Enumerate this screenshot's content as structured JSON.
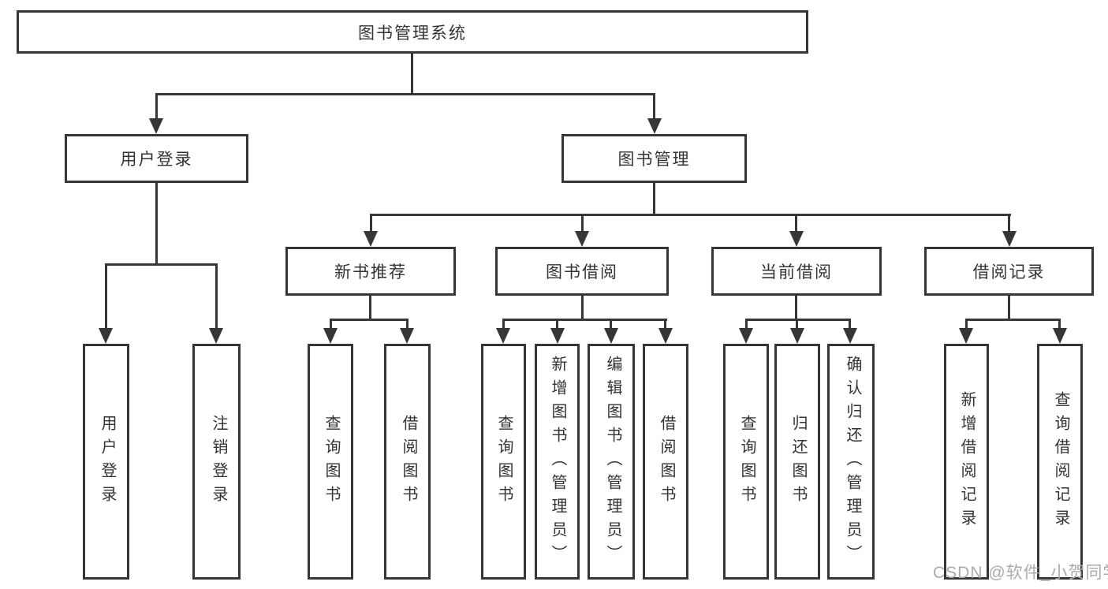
{
  "colors": {
    "line": "#363636",
    "text": "#333333",
    "watermark": "#ababab",
    "background": "#ffffff"
  },
  "watermark": {
    "text": "CSDN @软件_小贺同学"
  },
  "tree": {
    "root": {
      "label": "图书管理系统",
      "children": [
        {
          "label": "用户登录",
          "children": [
            {
              "label": "用户登录"
            },
            {
              "label": "注销登录"
            }
          ]
        },
        {
          "label": "图书管理",
          "children": [
            {
              "label": "新书推荐",
              "children": [
                {
                  "label": "查询图书"
                },
                {
                  "label": "借阅图书"
                }
              ]
            },
            {
              "label": "图书借阅",
              "children": [
                {
                  "label": "查询图书"
                },
                {
                  "label": "新增图书（管理员）"
                },
                {
                  "label": "编辑图书（管理员）"
                },
                {
                  "label": "借阅图书"
                }
              ]
            },
            {
              "label": "当前借阅",
              "children": [
                {
                  "label": "查询图书"
                },
                {
                  "label": "归还图书"
                },
                {
                  "label": "确认归还（管理员）"
                }
              ]
            },
            {
              "label": "借阅记录",
              "children": [
                {
                  "label": "新增借阅记录"
                },
                {
                  "label": "查询借阅记录"
                }
              ]
            }
          ]
        }
      ]
    }
  }
}
